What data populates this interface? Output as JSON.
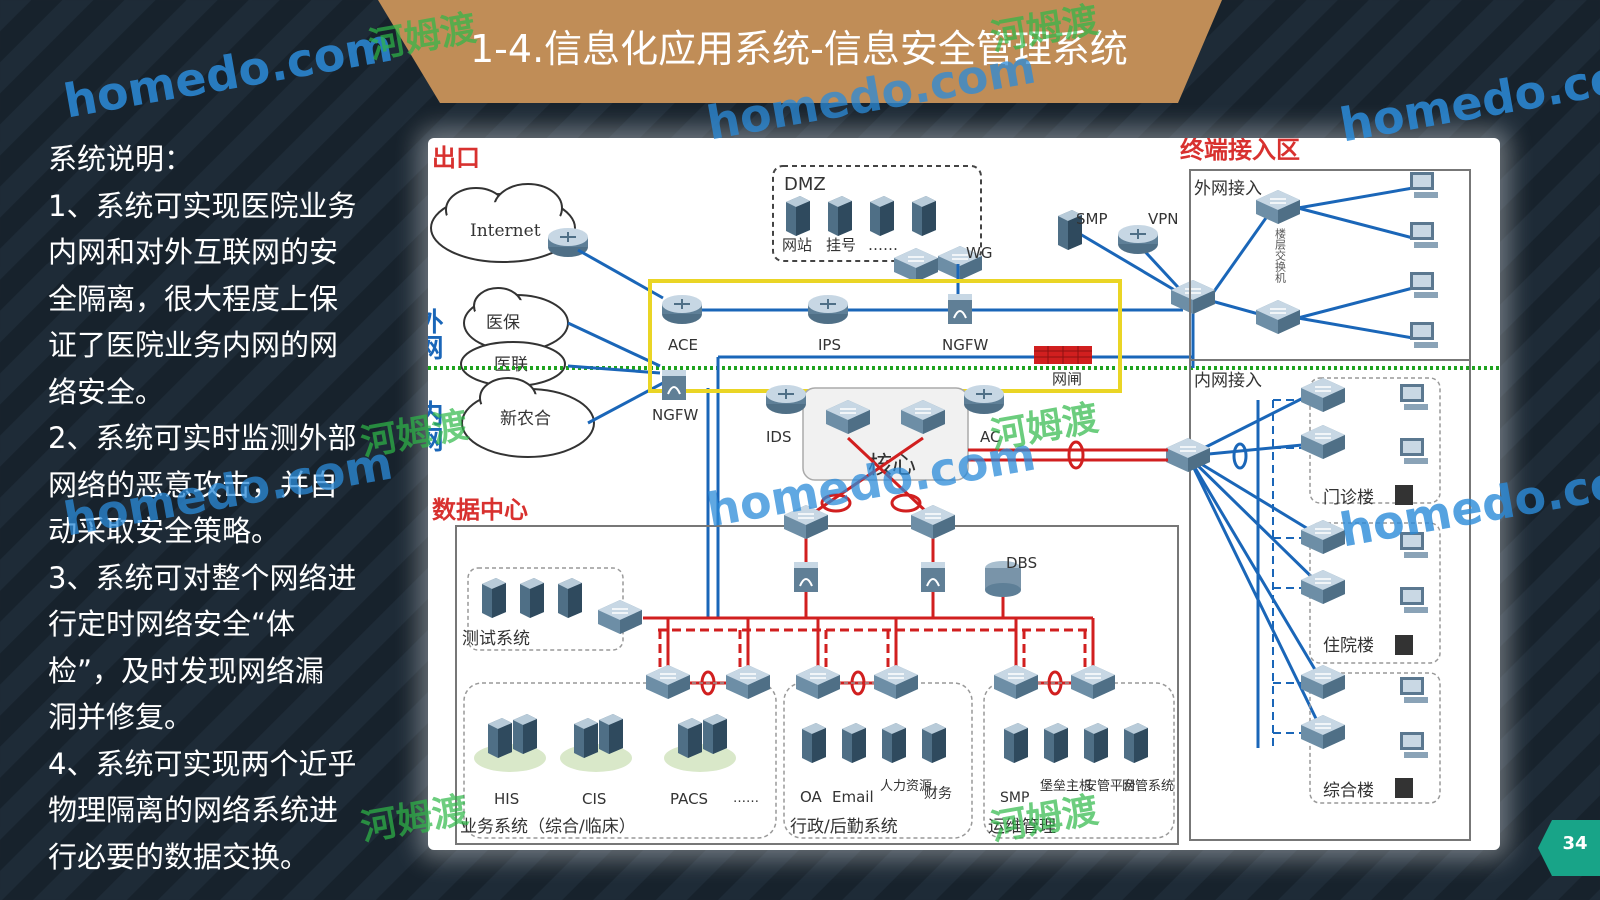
{
  "title": "1-4.信息化应用系统-信息安全管理系统",
  "description": {
    "heading": "系统说明：",
    "lines": [
      "1、系统可实现医院业务",
      "内网和对外互联网的安",
      "全隔离，很大程度上保",
      "证了医院业务内网的网",
      "络安全。",
      "2、系统可实时监测外部",
      "网络的恶意攻击，并自",
      "动采取安全策略。",
      "3、系统可对整个网络进",
      "行定时网络安全“体",
      "检”，及时发现网络漏",
      "洞并修复。",
      "4、系统可实现两个近乎",
      "物理隔离的网络系统进",
      "行必要的数据交换。"
    ]
  },
  "diagram": {
    "zone_exit": "出口",
    "zone_terminal": "终端接入区",
    "zone_datacenter": "数据中心",
    "outer_net": "外网",
    "inner_net": "内网",
    "clouds": [
      "Internet",
      "医保",
      "医联",
      "新农合"
    ],
    "dmz_label": "DMZ",
    "dmz_items": [
      "网站",
      "挂号",
      "……"
    ],
    "wg": "WG",
    "smp_top": "SMP",
    "vpn": "VPN",
    "ace": "ACE",
    "ips": "IPS",
    "ngfw_top": "NGFW",
    "gate": "网闸",
    "ngfw_left": "NGFW",
    "ids": "IDS",
    "ac": "AC",
    "core": "核心",
    "dbs": "DBS",
    "outer_access": "外网接入",
    "outer_access_vertical": "楼层交换机",
    "inner_access": "内网接入",
    "buildings": [
      "门诊楼",
      "住院楼",
      "综合楼"
    ],
    "test_system": "测试系统",
    "biz_items": [
      "HIS",
      "CIS",
      "PACS",
      "……"
    ],
    "biz_group": "业务系统（综合/临床）",
    "admin_items": [
      "OA",
      "Email",
      "人力资源",
      "财务"
    ],
    "admin_group": "行政/后勤系统",
    "ops_items": [
      "SMP",
      "堡垒主机",
      "安管平台",
      "网管系统"
    ],
    "ops_group": "运维管理"
  },
  "watermark": {
    "latin": "homedo.com",
    "cn": "河姆渡"
  },
  "page_number": "34",
  "colors": {
    "banner": "#c08d57",
    "red_label": "#d8312f",
    "blue_line": "#1a66b8",
    "red_line": "#d11f1f",
    "green_dotted": "#1fa31f",
    "yellow_box": "#ead525",
    "badge": "#18a488",
    "watermark_blue": "#2b8bd9",
    "watermark_green": "#2eb848"
  }
}
